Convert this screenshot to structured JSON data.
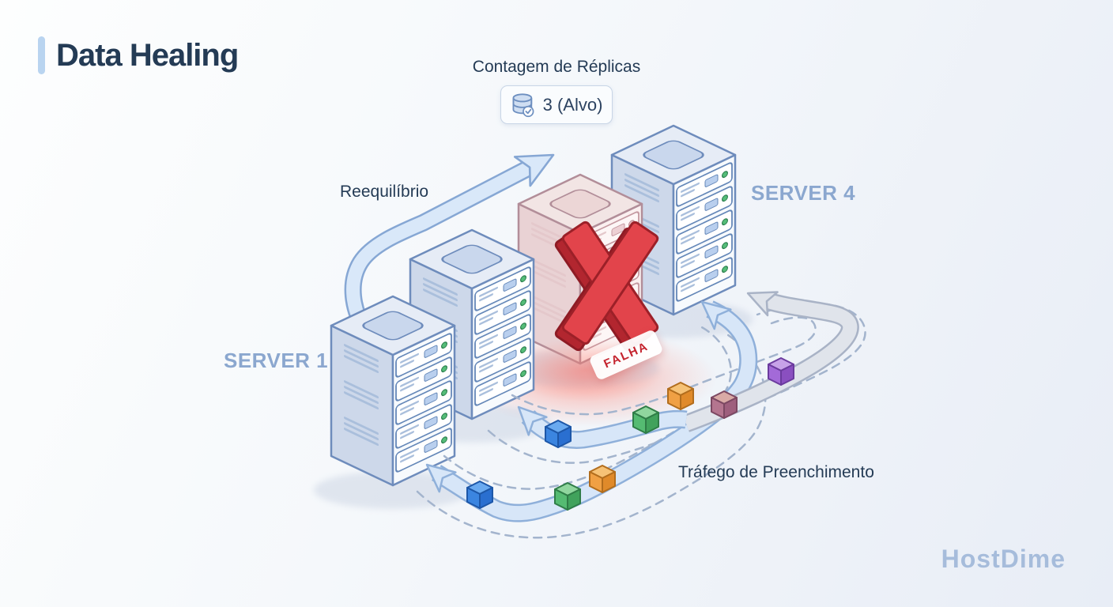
{
  "title": "Data Healing",
  "replica_counter": {
    "label": "Contagem de Réplicas",
    "value": "3 (Alvo)",
    "icon": "database-check-icon"
  },
  "annotations": {
    "rebalance": "Reequilíbrio",
    "backfill": "Tráfego de Preenchimento"
  },
  "servers": [
    {
      "id": "server-1",
      "label": "SERVER 1",
      "status": "healthy"
    },
    {
      "id": "server-2",
      "label": "",
      "status": "healthy"
    },
    {
      "id": "server-3",
      "label": "",
      "status": "failed",
      "badge": "FALHA"
    },
    {
      "id": "server-4",
      "label": "SERVER 4",
      "status": "healthy"
    }
  ],
  "data_cubes": [
    "blue",
    "green",
    "orange",
    "mauve",
    "purple"
  ],
  "watermark": "HostDime",
  "icons": {
    "replica": "database-check-icon",
    "failure": "x-mark-icon"
  },
  "colors": {
    "ink": "#243b55",
    "accent": "#b9d4f0",
    "server_label": "#8ba7cf",
    "watermark": "#a6bcdb",
    "failure": "#c4232e",
    "cube_blue": "#3b85e0",
    "cube_green": "#55bb72",
    "cube_orange": "#f0a044",
    "cube_mauve": "#b4758f",
    "cube_purple": "#a36ad8",
    "band_blue": "#d7e6f8",
    "band_gray": "#e0e4eb"
  }
}
